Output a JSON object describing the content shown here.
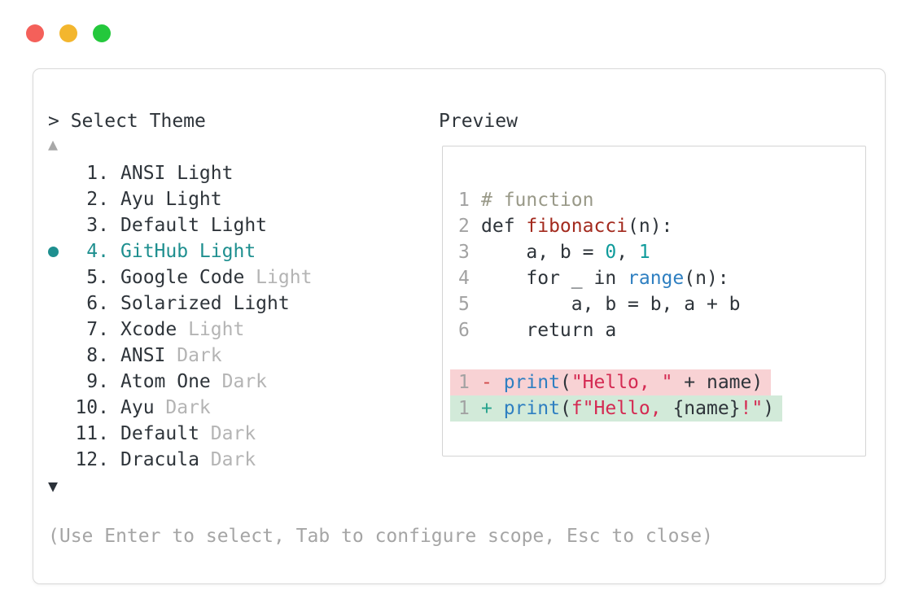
{
  "window": {
    "prompt": "> Select Theme",
    "help_text": "(Use Enter to select, Tab to configure scope, Esc to close)",
    "traffic_lights": [
      {
        "name": "close",
        "color": "#f4605a"
      },
      {
        "name": "minimize",
        "color": "#f3b62e"
      },
      {
        "name": "zoom",
        "color": "#24c83c"
      }
    ]
  },
  "theme_list": {
    "scroll_up_glyph": "▲",
    "scroll_down_glyph": "▼",
    "selected_index": 3,
    "items": [
      {
        "number": "1.",
        "name": "ANSI Light",
        "suffix": ""
      },
      {
        "number": "2.",
        "name": "Ayu Light",
        "suffix": ""
      },
      {
        "number": "3.",
        "name": "Default Light",
        "suffix": ""
      },
      {
        "number": "4.",
        "name": "GitHub Light",
        "suffix": "",
        "selected": true
      },
      {
        "number": "5.",
        "name": "Google Code",
        "suffix": "Light"
      },
      {
        "number": "6.",
        "name": "Solarized Light",
        "suffix": ""
      },
      {
        "number": "7.",
        "name": "Xcode",
        "suffix": "Light"
      },
      {
        "number": "8.",
        "name": "ANSI",
        "suffix": "Dark"
      },
      {
        "number": "9.",
        "name": "Atom One",
        "suffix": "Dark"
      },
      {
        "number": "10.",
        "name": "Ayu",
        "suffix": "Dark"
      },
      {
        "number": "11.",
        "name": "Default",
        "suffix": "Dark"
      },
      {
        "number": "12.",
        "name": "Dracula",
        "suffix": "Dark"
      }
    ]
  },
  "preview": {
    "label": "Preview",
    "code_lines": [
      {
        "number": "1",
        "segments": [
          {
            "text": "# function",
            "type": "comment"
          }
        ]
      },
      {
        "number": "2",
        "segments": [
          {
            "text": "def ",
            "type": "kw"
          },
          {
            "text": "fibonacci",
            "type": "func"
          },
          {
            "text": "(n):",
            "type": "plain"
          }
        ]
      },
      {
        "number": "3",
        "segments": [
          {
            "text": "    a, b = ",
            "type": "plain"
          },
          {
            "text": "0",
            "type": "num"
          },
          {
            "text": ", ",
            "type": "plain"
          },
          {
            "text": "1",
            "type": "num"
          }
        ]
      },
      {
        "number": "4",
        "segments": [
          {
            "text": "    for _ in ",
            "type": "plain"
          },
          {
            "text": "range",
            "type": "builtin"
          },
          {
            "text": "(n):",
            "type": "plain"
          }
        ]
      },
      {
        "number": "5",
        "segments": [
          {
            "text": "        a, b = b, a + b",
            "type": "plain"
          }
        ]
      },
      {
        "number": "6",
        "segments": [
          {
            "text": "    return a",
            "type": "plain"
          }
        ]
      }
    ],
    "diff_lines": [
      {
        "number": "1",
        "sign": "-",
        "kind": "del",
        "segments": [
          {
            "text": "print",
            "type": "builtin"
          },
          {
            "text": "(",
            "type": "plain"
          },
          {
            "text": "\"Hello, \"",
            "type": "str"
          },
          {
            "text": " + name)",
            "type": "plain"
          }
        ]
      },
      {
        "number": "1",
        "sign": "+",
        "kind": "ins",
        "segments": [
          {
            "text": "print",
            "type": "builtin"
          },
          {
            "text": "(",
            "type": "plain"
          },
          {
            "text": "f",
            "type": "str"
          },
          {
            "text": "\"Hello, ",
            "type": "str"
          },
          {
            "text": "{name}",
            "type": "plain"
          },
          {
            "text": "!\"",
            "type": "str"
          },
          {
            "text": ")",
            "type": "plain"
          }
        ]
      }
    ]
  },
  "colors": {
    "text": "#2e343a",
    "muted_suffix": "#b4b4b4",
    "help_text": "#a5a5a5",
    "line_number": "#a2a2a2",
    "selection_teal": "#1e8f8f",
    "window_border": "#d9d9d9",
    "preview_border": "#d4d4d4",
    "token_comment": "#999988",
    "token_function": "#a32a1e",
    "token_number": "#0f9b9b",
    "token_builtin": "#2e7fc1",
    "token_string": "#d42a52",
    "diff_del_sign": "#d14a4a",
    "diff_ins_sign": "#26a28d",
    "diff_del_bg": "#f8d2d4",
    "diff_ins_bg": "#d2ead9"
  }
}
